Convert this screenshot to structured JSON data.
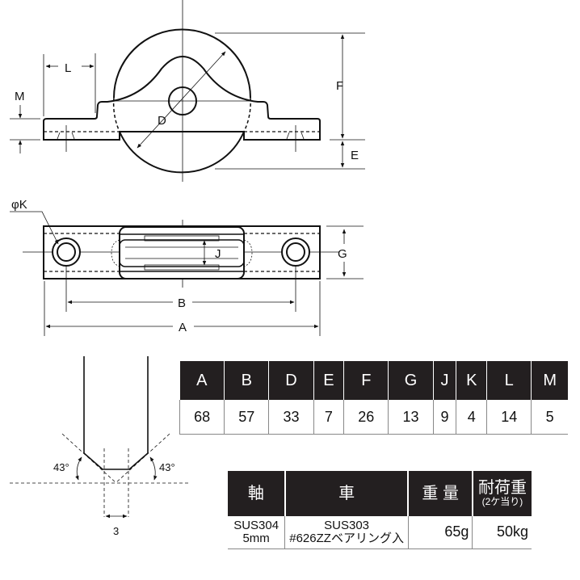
{
  "drawing": {
    "labels": {
      "L": "L",
      "M": "M",
      "D": "D",
      "F": "F",
      "E": "E",
      "phiK": "φK",
      "J": "J",
      "G": "G",
      "B": "B",
      "A": "A"
    },
    "groove": {
      "angle_left": "43°",
      "angle_right": "43°",
      "width": "3"
    }
  },
  "dimension_table": {
    "headers": [
      "A",
      "B",
      "D",
      "E",
      "F",
      "G",
      "J",
      "K",
      "L",
      "M"
    ],
    "values": [
      "68",
      "57",
      "33",
      "7",
      "26",
      "13",
      "9",
      "4",
      "14",
      "5"
    ]
  },
  "spec_table": {
    "headers": {
      "shaft": "軸",
      "wheel": "車",
      "weight": "重 量",
      "load": "耐荷重",
      "load_note": "(2ケ当り)"
    },
    "row": {
      "shaft_line1": "SUS304",
      "shaft_line2": "5mm",
      "wheel_line1": "SUS303",
      "wheel_line2": "#626ZZベアリング入",
      "weight": "65g",
      "load": "50kg"
    }
  }
}
